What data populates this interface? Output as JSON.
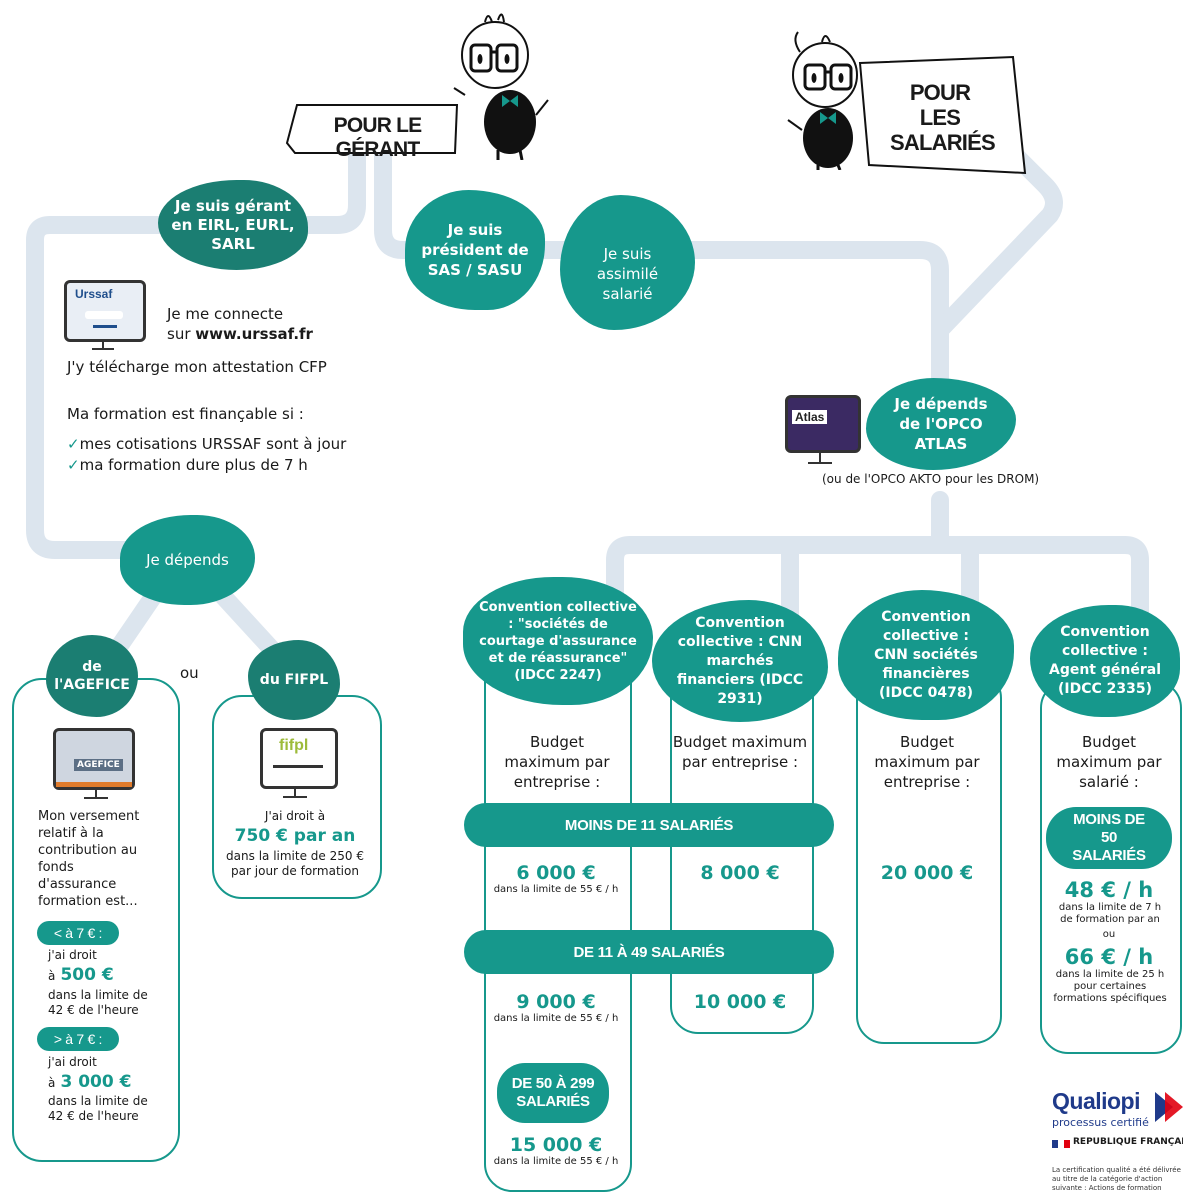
{
  "gerant_sign": "POUR LE GÉRANT",
  "salaries_sign": "POUR LES SALARIÉS",
  "blob_eirl": "Je suis gérant en EIRL, EURL, SARL",
  "blob_sas": "Je suis président de SAS / SASU",
  "blob_assimile": "Je suis assimilé salarié",
  "urssaf_logo": "Urssaf",
  "urssaf_line1": "Je me connecte",
  "urssaf_line2_prefix": "sur ",
  "urssaf_line2_bold": "www.urssaf.fr",
  "cfp_text": "J'y télécharge mon attestation CFP",
  "financable_title": "Ma formation est finançable si :",
  "check1": "mes cotisations URSSAF sont à jour",
  "check2": "ma formation dure plus de 7 h",
  "atlas_logo": "Atlas",
  "blob_atlas": "Je dépends de l'OPCO ATLAS",
  "atlas_note": "(ou de l'OPCO AKTO pour les DROM)",
  "blob_depends": "Je dépends",
  "blob_agefice": "de l'AGEFICE",
  "ou_label": "ou",
  "blob_fifpl": "du FIFPL",
  "agefice_logo": "AGEFICE",
  "agefice_text": "Mon versement relatif à la contribution au fonds d'assurance formation est...",
  "lt7_pill": "< à 7 € :",
  "lt7_line1": "j'ai droit",
  "lt7_a": "à",
  "lt7_amount": "500 €",
  "lt7_line3": "dans la limite de 42 € de l'heure",
  "gt7_pill": "> à 7 € :",
  "gt7_line1": "j'ai droit",
  "gt7_a": "à",
  "gt7_amount": "3 000 €",
  "gt7_line3": "dans la limite de 42 € de l'heure",
  "fifpl_logo": "fifpl",
  "fifpl_line1": "J'ai droit à",
  "fifpl_amount": "750 € par an",
  "fifpl_line3": "dans la limite de 250 € par jour de formation",
  "cc1": "Convention collective : \"sociétés de courtage d'assurance et de réassurance\" (IDCC 2247)",
  "cc2": "Convention collective : CNN marchés financiers (IDCC 2931)",
  "cc3": "Convention collective : CNN sociétés financières (IDCC 0478)",
  "cc4": "Convention collective : Agent général (IDCC 2335)",
  "budget_entreprise": "Budget maximum par entreprise :",
  "budget_salarie": "Budget maximum par salarié :",
  "moins11": "MOINS DE 11 SALARIÉS",
  "de11a49": "DE 11 À 49 SALARIÉS",
  "de50a299": "DE 50 À 299 SALARIÉS",
  "moins50": "MOINS DE 50 SALARIÉS",
  "c1_a1": "6 000 €",
  "c1_a2": "9 000 €",
  "c1_a3": "15 000 €",
  "limit55": "dans la limite de 55 € / h",
  "c2_a1": "8 000 €",
  "c2_a2": "10 000 €",
  "c3_a1": "20 000 €",
  "c4_a1": "48 € / h",
  "c4_n1": "dans la limite de 7 h de formation par an",
  "c4_ou": "ou",
  "c4_a2": "66 € / h",
  "c4_n2": "dans la limite de 25 h pour certaines formations spécifiques",
  "qualiopi": "Qualiopi",
  "qualiopi_sub": "processus certifié",
  "republique": "RÉPUBLIQUE FRANÇAISE",
  "certif_note": "La certification qualité a été délivrée au titre de la catégorie d'action suivante : Actions de formation",
  "colors": {
    "teal": "#16988c",
    "teal_dark": "#1b7e72",
    "road": "#dce5ee"
  }
}
